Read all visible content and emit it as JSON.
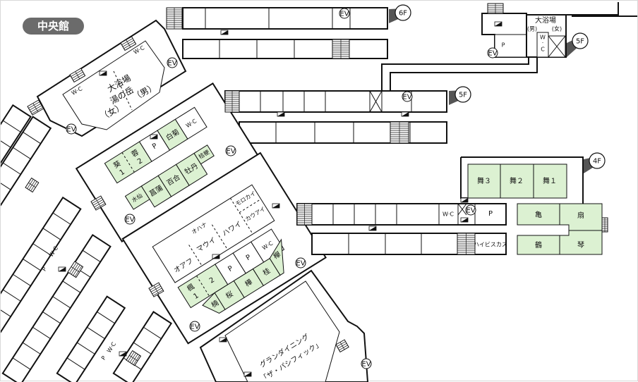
{
  "building_label": "中央館",
  "ev": "EV",
  "floors": {
    "f6": "6F",
    "f5a": "5F",
    "f5b": "5F",
    "f4": "4F"
  },
  "bath_main": {
    "line1": "大浴場",
    "line2": "湯の岳",
    "women": "（女）",
    "men": "（男）",
    "wc_left": "W·C",
    "wc_right": "W·C"
  },
  "bath_5f": {
    "title": "大浴場",
    "men": "(男)",
    "women": "(女)",
    "wc_top": "W",
    "wc_dot": "·",
    "wc_bottom": "C",
    "p": "P"
  },
  "rooms_upper": {
    "aoi": "葵",
    "aoi_num": "1",
    "fuyo": "蓉",
    "fuyo_num": "2",
    "p": "P",
    "shiragiku": "白菊",
    "wc": "W·C",
    "suisen": "水仙",
    "shobu": "菖蒲",
    "yuri": "百合",
    "botan": "牡丹",
    "kikyo": "桔梗"
  },
  "rooms_lower": {
    "ohana": "オハナ",
    "molokai": "モロカイ",
    "oahu": "オアフ",
    "maui": "マウイ",
    "hawaii": "ハワイ",
    "kauai": "カウアイ",
    "kaede": "楓",
    "kaede1": "1",
    "kaede2": "2",
    "p1": "P",
    "p2": "P",
    "wc": "W·C",
    "kusunoki": "楠",
    "sakura": "桜",
    "kaba": "樺",
    "katsura": "桂",
    "keyaki": "欅"
  },
  "rooms_4f": {
    "mai3": "舞３",
    "mai2": "舞２",
    "mai1": "舞１",
    "kame": "亀",
    "ogi": "扇",
    "tsuru": "鶴",
    "koto": "琴",
    "wc": "W·C",
    "p": "P",
    "hibiscus": "ハイビスカス"
  },
  "wings": {
    "wc": "W·C",
    "p": "P"
  },
  "dining": {
    "line1": "グランダイニング",
    "line2": "「ザ・パシフィック」"
  },
  "colors": {
    "meeting_room": "#dcf1d2",
    "badge": "#6b6b6b",
    "floor_marker": "#555555"
  }
}
